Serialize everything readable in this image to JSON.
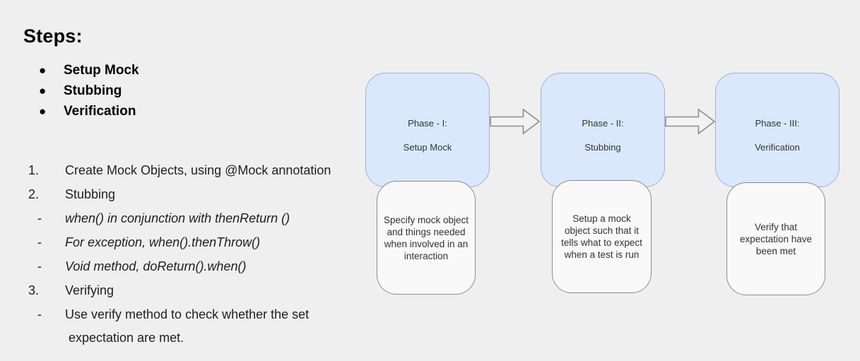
{
  "heading": "Steps:",
  "bullets": [
    {
      "label": "Setup Mock"
    },
    {
      "label": "Stubbing"
    },
    {
      "label": "Verification"
    }
  ],
  "steps_list": [
    {
      "marker": "1.",
      "text": "Create Mock Objects, using @Mock annotation",
      "style": "normal"
    },
    {
      "marker": "2.",
      "text": "Stubbing",
      "style": "normal"
    },
    {
      "marker": "-",
      "text": "when() in conjunction with thenReturn ()",
      "style": "italic"
    },
    {
      "marker": "-",
      "text": "For exception, when().thenThrow()",
      "style": "italic"
    },
    {
      "marker": "-",
      "text": "Void method, doReturn().when()",
      "style": "italic"
    },
    {
      "marker": "3.",
      "text": "Verifying",
      "style": "normal"
    },
    {
      "marker": "-",
      "text": "Use verify method to check whether the set",
      "style": "normal"
    },
    {
      "marker": "",
      "text": "expectation are met.",
      "style": "normal"
    }
  ],
  "diagram": {
    "phases": [
      {
        "title": "Phase - I:",
        "subtitle": "Setup Mock",
        "description_lines": [
          "Specify mock object",
          "and things needed",
          "when involved in an",
          "interaction"
        ]
      },
      {
        "title": "Phase - II:",
        "subtitle": "Stubbing",
        "description_lines": [
          "Setup a mock",
          "object such that it",
          "tells what to expect",
          "when a test is run"
        ]
      },
      {
        "title": "Phase - III:",
        "subtitle": "Verification",
        "description_lines": [
          "Verify that",
          "expectation have",
          "been met"
        ]
      }
    ],
    "colors": {
      "background": "#efefef",
      "phase_fill": "#dae8fc",
      "phase_border": "#9fb2d3",
      "detail_fill": "#f9f9f9",
      "detail_border": "#8c8c8c",
      "arrow_fill": "#f2f2f2",
      "arrow_border": "#8c8c8c",
      "text": "#333333"
    }
  }
}
